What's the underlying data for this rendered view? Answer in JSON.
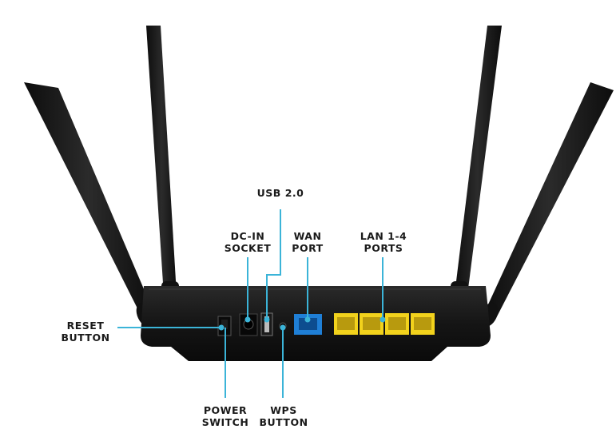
{
  "labels": {
    "usb": "USB 2.0",
    "dcin": [
      "DC-IN",
      "SOCKET"
    ],
    "wan": [
      "WAN",
      "PORT"
    ],
    "lan": [
      "LAN 1-4",
      "PORTS"
    ],
    "reset": [
      "RESET",
      "BUTTON"
    ],
    "power": [
      "POWER",
      "SWITCH"
    ],
    "wps": [
      "WPS",
      "BUTTON"
    ]
  },
  "colors": {
    "leader_line": "#3bb4d8",
    "router_body": "#141414",
    "wan_port": "#1f7fd6",
    "lan_port": "#f2d21c",
    "background": "#ffffff"
  }
}
